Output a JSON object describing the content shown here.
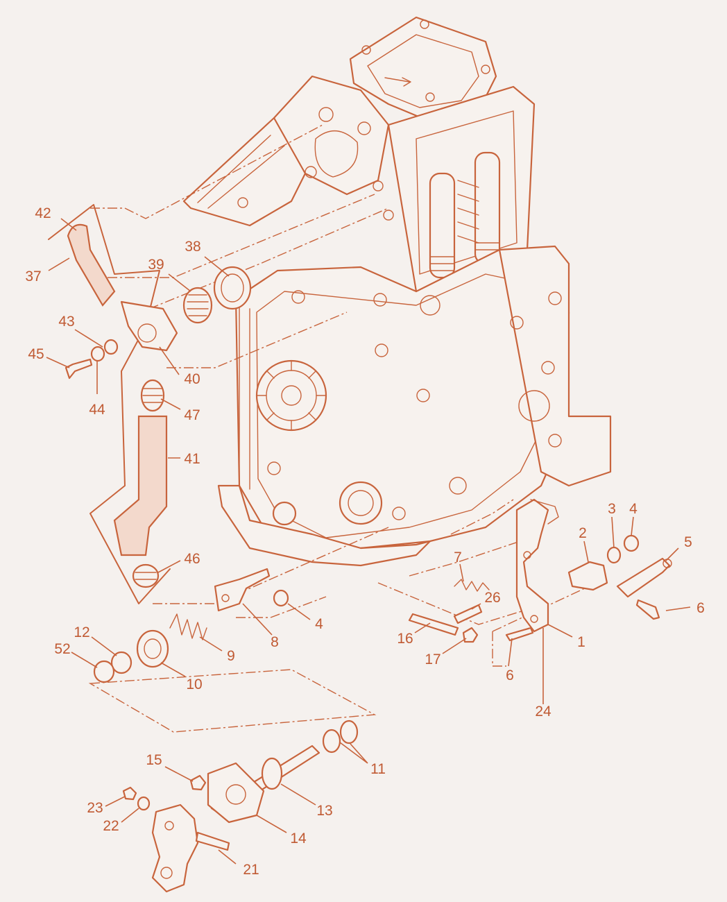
{
  "colors": {
    "ink": "#c8643c",
    "label": "#c05a33",
    "paper": "#f5f1ee"
  },
  "callouts": [
    {
      "id": "c42",
      "text": "42"
    },
    {
      "id": "c37",
      "text": "37"
    },
    {
      "id": "c38",
      "text": "38"
    },
    {
      "id": "c39",
      "text": "39"
    },
    {
      "id": "c43",
      "text": "43"
    },
    {
      "id": "c45",
      "text": "45"
    },
    {
      "id": "c44",
      "text": "44"
    },
    {
      "id": "c40",
      "text": "40"
    },
    {
      "id": "c47",
      "text": "47"
    },
    {
      "id": "c41",
      "text": "41"
    },
    {
      "id": "c46",
      "text": "46"
    },
    {
      "id": "c3",
      "text": "3"
    },
    {
      "id": "c4a",
      "text": "4"
    },
    {
      "id": "c2",
      "text": "2"
    },
    {
      "id": "c5",
      "text": "5"
    },
    {
      "id": "c6a",
      "text": "6"
    },
    {
      "id": "c7",
      "text": "7"
    },
    {
      "id": "c26",
      "text": "26"
    },
    {
      "id": "c1",
      "text": "1"
    },
    {
      "id": "c16",
      "text": "16"
    },
    {
      "id": "c17",
      "text": "17"
    },
    {
      "id": "c6b",
      "text": "6"
    },
    {
      "id": "c24",
      "text": "24"
    },
    {
      "id": "c4b",
      "text": "4"
    },
    {
      "id": "c8",
      "text": "8"
    },
    {
      "id": "c9",
      "text": "9"
    },
    {
      "id": "c12",
      "text": "12"
    },
    {
      "id": "c52",
      "text": "52"
    },
    {
      "id": "c10",
      "text": "10"
    },
    {
      "id": "c11",
      "text": "11"
    },
    {
      "id": "c15",
      "text": "15"
    },
    {
      "id": "c13",
      "text": "13"
    },
    {
      "id": "c23",
      "text": "23"
    },
    {
      "id": "c22",
      "text": "22"
    },
    {
      "id": "c14",
      "text": "14"
    },
    {
      "id": "c21",
      "text": "21"
    }
  ]
}
